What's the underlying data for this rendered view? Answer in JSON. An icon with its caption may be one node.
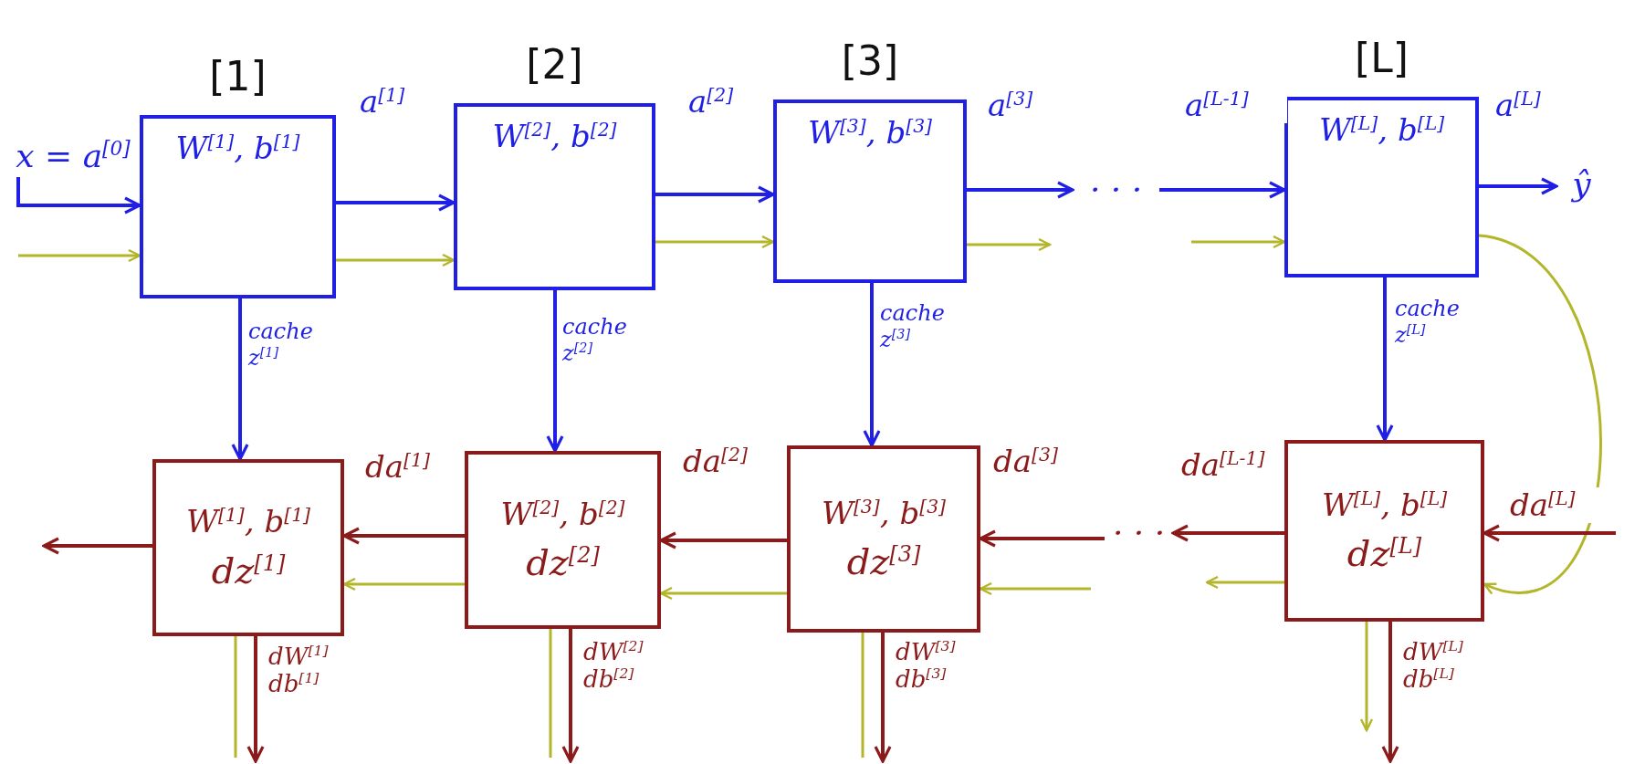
{
  "diagram": {
    "nodes": [
      {
        "text": [
          "x = a$^{[0]}$"
        ]
      },
      {
        "text": [
          "[1]",
          "W$^{[1]}$, b$^{[1]}$"
        ]
      },
      {
        "text": [
          "[2]",
          "W$^{[2]}$, b$^{[2]}$"
        ]
      },
      {
        "text": [
          "[3]",
          "W$^{[3]}$, b$^{[3]}$"
        ]
      },
      {
        "text": [
          "· · ·"
        ]
      },
      {
        "text": [
          "[L]",
          "W$^{[L]}$, b$^{[L]}$"
        ]
      },
      {
        "text": [
          "ŷ"
        ]
      },
      {
        "text": [
          "W$^{[1]}$, b$^{[1]}$",
          "dz$^{[1]}$"
        ]
      },
      {
        "text": [
          "W$^{[2]}$, b$^{[2]}$",
          "dz$^{[2]}$"
        ]
      },
      {
        "text": [
          "W$^{[3]}$, b$^{[3]}$",
          "dz$^{[3]}$"
        ]
      },
      {
        "text": [
          "· · ·"
        ]
      },
      {
        "text": [
          "W$^{[L]}$, b$^{[L]}$",
          "dz$^{[L]}$"
        ]
      }
    ],
    "edges": [
      {
        "from": 0,
        "to": 1,
        "arrow": "to",
        "color": "#1f1fe6"
      },
      {
        "from": null,
        "to": 1,
        "arrow": "to"
      },
      {
        "from": 1,
        "to": 2,
        "arrow": "to",
        "label": "a$^{[1]}$",
        "color": "#1f1fe6"
      },
      {
        "from": 1,
        "to": 2,
        "arrow": "to"
      },
      {
        "from": 2,
        "to": 3,
        "arrow": "to",
        "label": "a$^{[2]}$",
        "color": "#1f1fe6"
      },
      {
        "from": 2,
        "to": 3,
        "arrow": "to"
      },
      {
        "from": 3,
        "to": 4,
        "arrow": "to",
        "label": "a$^{[3]}$",
        "color": "#1f1fe6"
      },
      {
        "from": 3,
        "to": null,
        "arrow": "to"
      },
      {
        "from": 4,
        "to": 5,
        "arrow": "to",
        "label": "a$^{[L-1]}$",
        "color": "#1f1fe6"
      },
      {
        "from": null,
        "to": 5,
        "arrow": "to"
      },
      {
        "from": 5,
        "to": 6,
        "arrow": "to",
        "label": "a$^{[L]}$",
        "color": "#1f1fe6"
      },
      {
        "from": 1,
        "to": 7,
        "arrow": "to",
        "label": "cache z$^{[1]}$",
        "color": "#1f1fe6"
      },
      {
        "from": 2,
        "to": 8,
        "arrow": "to",
        "label": "cache z$^{[2]}$",
        "color": "#1f1fe6"
      },
      {
        "from": 3,
        "to": 9,
        "arrow": "to",
        "label": "cache z$^{[3]}$",
        "color": "#1f1fe6"
      },
      {
        "from": 5,
        "to": 11,
        "arrow": "to",
        "label": "cache z$^{[L]}$",
        "color": "#1f1fe6"
      },
      {
        "from": 5,
        "to": 11,
        "arrow": "to"
      },
      {
        "from": null,
        "to": 11,
        "arrow": "to",
        "label": "da$^{[L]}$",
        "color": "#8b1a1a"
      },
      {
        "from": 11,
        "to": 10,
        "arrow": "to",
        "label": "da$^{[L-1]}$",
        "color": "#8b1a1a"
      },
      {
        "from": 11,
        "to": null,
        "arrow": "to"
      },
      {
        "from": 10,
        "to": 9,
        "arrow": "to",
        "label": "da$^{[3]}$",
        "color": "#8b1a1a"
      },
      {
        "from": null,
        "to": 9,
        "arrow": "to"
      },
      {
        "from": 9,
        "to": 8,
        "arrow": "to",
        "label": "da$^{[2]}$",
        "color": "#8b1a1a"
      },
      {
        "from": 9,
        "to": 8,
        "arrow": "to"
      },
      {
        "from": 8,
        "to": 7,
        "arrow": "to",
        "label": "da$^{[1]}$",
        "color": "#8b1a1a"
      },
      {
        "from": 8,
        "to": 7,
        "arrow": "to"
      },
      {
        "from": 7,
        "to": null,
        "arrow": "to",
        "color": "#8b1a1a"
      },
      {
        "from": 7,
        "to": null,
        "arrow": "to",
        "label": "dW$^{[1]}$ db$^{[1]}$",
        "color": "#8b1a1a"
      },
      {
        "from": 8,
        "to": null,
        "arrow": "to",
        "label": "dW$^{[2]}$ db$^{[2]}$",
        "color": "#8b1a1a"
      },
      {
        "from": 9,
        "to": null,
        "arrow": "to",
        "label": "dW$^{[3]}$ db$^{[3]}$",
        "color": "#8b1a1a"
      },
      {
        "from": 11,
        "to": null,
        "arrow": "to",
        "label": "dW$^{[L]}$ db$^{[L]}$",
        "color": "#8b1a1a"
      },
      {
        "from": 7,
        "to": null,
        "arrow": "none"
      },
      {
        "from": 8,
        "to": null,
        "arrow": "none"
      },
      {
        "from": 9,
        "to": null,
        "arrow": "none"
      },
      {
        "from": 11,
        "to": null,
        "arrow": "to"
      }
    ]
  }
}
